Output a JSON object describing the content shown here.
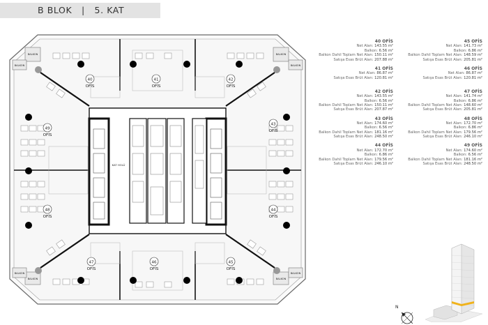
{
  "header": {
    "title": "B BLOK   |   5. KAT"
  },
  "plan": {
    "offices": [
      {
        "number": "40",
        "label": "OFİS"
      },
      {
        "number": "41",
        "label": "OFİS"
      },
      {
        "number": "42",
        "label": "OFİS"
      },
      {
        "number": "43",
        "label": "OFİS"
      },
      {
        "number": "44",
        "label": "OFİS"
      },
      {
        "number": "45",
        "label": "OFİS"
      },
      {
        "number": "46",
        "label": "OFİS"
      },
      {
        "number": "47",
        "label": "OFİS"
      },
      {
        "number": "48",
        "label": "OFİS"
      },
      {
        "number": "49",
        "label": "OFİS"
      }
    ],
    "balcony_label": "BALKON",
    "core_label": "KAT HOLÜ"
  },
  "units": [
    {
      "title": "40 OFİS",
      "net": "143.55 m²",
      "balkon": "6.56 m²",
      "toplam": "150.11 m²",
      "satis": "207.88 m²"
    },
    {
      "title": "41 OFİS",
      "net": "86.87 m²",
      "balkon": "",
      "toplam": "",
      "satis": "120.81 m²"
    },
    {
      "title": "42 OFİS",
      "net": "143.55 m²",
      "balkon": "6.56 m²",
      "toplam": "150.11 m²",
      "satis": "207.87 m²"
    },
    {
      "title": "43 OFİS",
      "net": "174.60 m²",
      "balkon": "6.56 m²",
      "toplam": "181.16 m²",
      "satis": "248.50 m²"
    },
    {
      "title": "44 OFİS",
      "net": "172.70 m²",
      "balkon": "6.86 m²",
      "toplam": "179.56 m²",
      "satis": "246.10 m²"
    },
    {
      "title": "45 OFİS",
      "net": "141.73 m²",
      "balkon": "6.86 m²",
      "toplam": "148.59 m²",
      "satis": "205.81 m²"
    },
    {
      "title": "46 OFİS",
      "net": "86.87 m²",
      "balkon": "",
      "toplam": "",
      "satis": "120.81 m²"
    },
    {
      "title": "47 OFİS",
      "net": "141.74 m²",
      "balkon": "6.86 m²",
      "toplam": "148.60 m²",
      "satis": "205.81 m²"
    },
    {
      "title": "48 OFİS",
      "net": "172.70 m²",
      "balkon": "6.86 m²",
      "toplam": "179.56 m²",
      "satis": "246.10 m²"
    },
    {
      "title": "49 OFİS",
      "net": "174.60 m²",
      "balkon": "6.56 m²",
      "toplam": "181.16 m²",
      "satis": "248.50 m²"
    }
  ],
  "labels": {
    "net": "Net Alan:",
    "balkon": "Balkon:",
    "toplam": "Balkon Dahil Toplam Net Alan:",
    "satis": "Satışa Esas Brüt Alan:"
  },
  "compass": {
    "north": "N"
  }
}
